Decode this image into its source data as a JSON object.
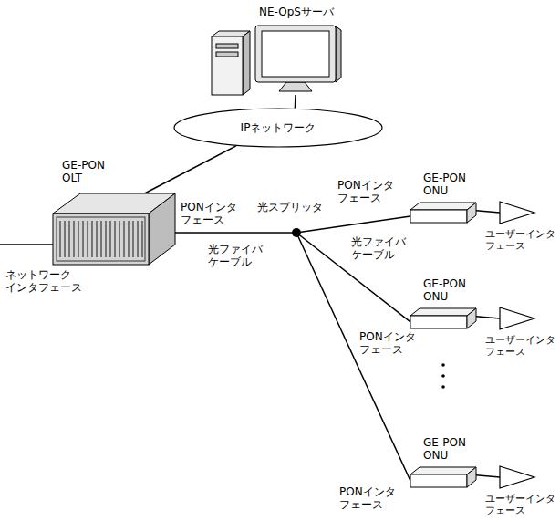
{
  "diagram": {
    "nodes": [
      {
        "text": [
          "NE-OpSサーバ"
        ]
      },
      {
        "text": [
          "IPネットワーク"
        ]
      },
      {
        "text": [
          "GE-PON OLT"
        ]
      },
      {
        "text": [
          "光スプリッタ"
        ]
      },
      {
        "text": [
          "GE-PON ONU"
        ]
      },
      {
        "text": [
          "ユーザーインタ フェース"
        ]
      },
      {
        "text": [
          "GE-PON ONU"
        ]
      },
      {
        "text": [
          "ユーザーインタ フェース"
        ]
      },
      {
        "text": [
          "GE-PON ONU"
        ]
      },
      {
        "text": [
          "ユーザーインタ フェース"
        ]
      }
    ],
    "edges": [
      {
        "from": 0,
        "to": 1,
        "arrow": "none"
      },
      {
        "from": 2,
        "to": 1,
        "arrow": "none"
      },
      {
        "from": 2,
        "to": 3,
        "arrow": "none",
        "label": "光ファイバ ケーブル"
      },
      {
        "from": 3,
        "to": 4,
        "arrow": "none",
        "label": "光ファイバ ケーブル"
      },
      {
        "from": 3,
        "to": 6,
        "arrow": "none"
      },
      {
        "from": 3,
        "to": 8,
        "arrow": "none"
      },
      {
        "from": 4,
        "to": 5,
        "arrow": "none"
      },
      {
        "from": 6,
        "to": 7,
        "arrow": "none"
      },
      {
        "from": 8,
        "to": 9,
        "arrow": "none"
      }
    ],
    "labels": [
      "ネットワーク インタフェース",
      "PONインタ フェース",
      "PONインタ フェース",
      "PONインタ フェース",
      "PONインタ フェース"
    ]
  }
}
